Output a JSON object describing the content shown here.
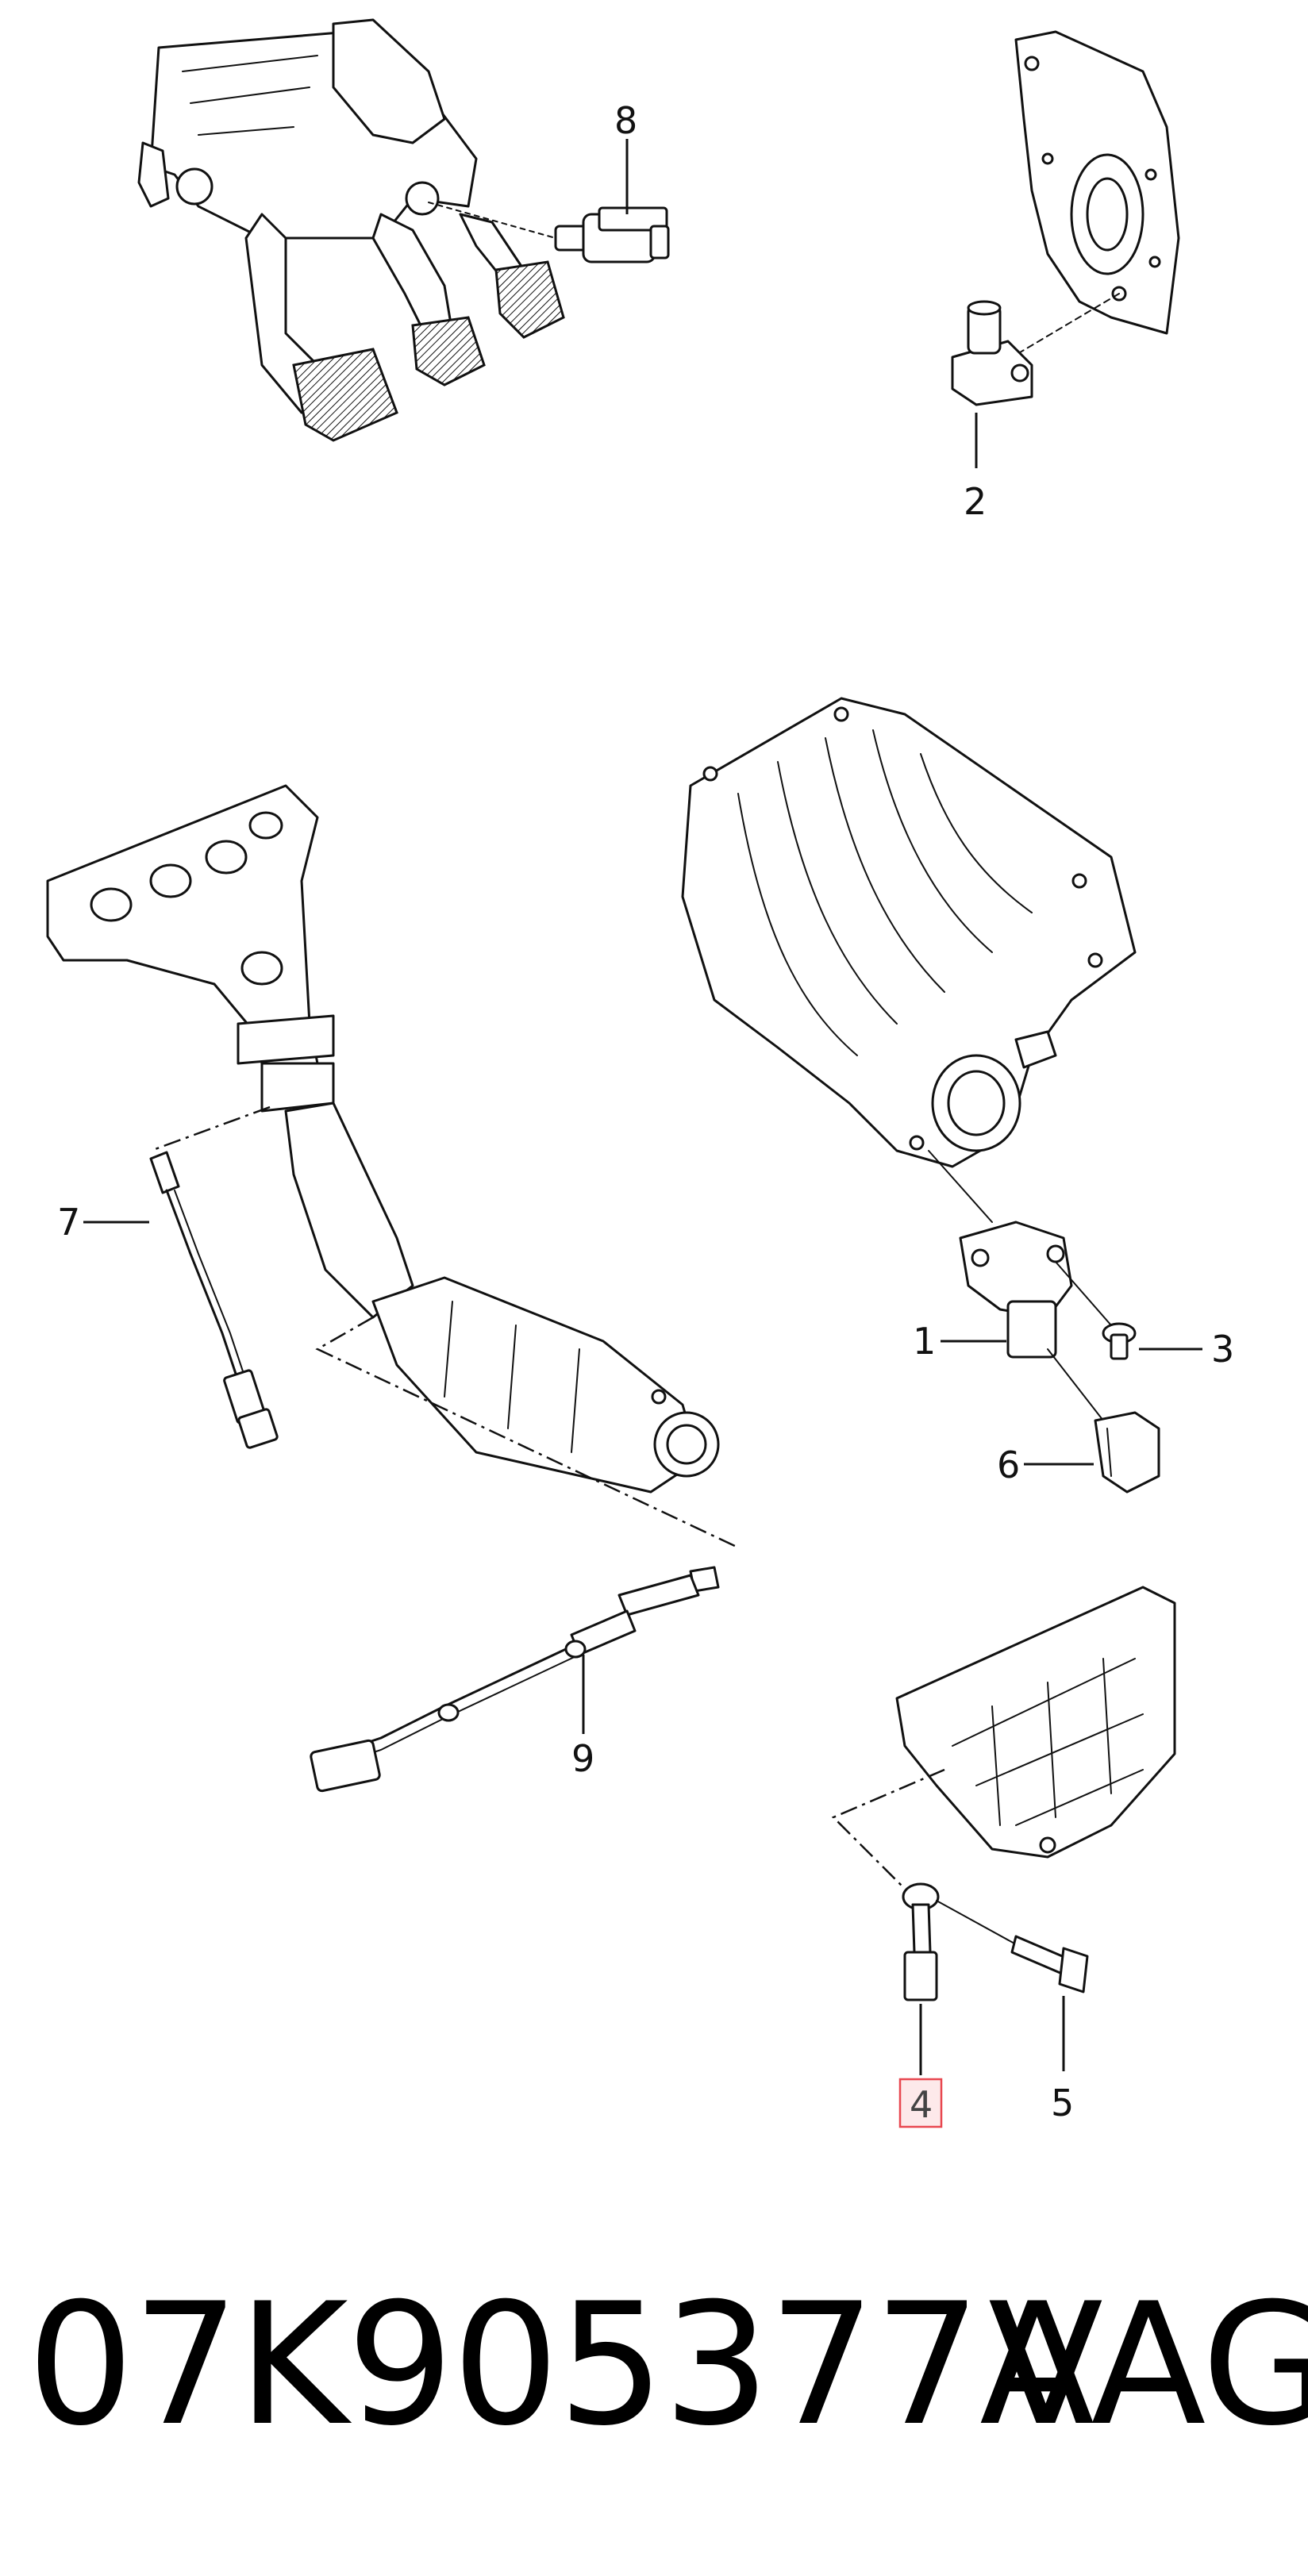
{
  "callouts": [
    {
      "id": "1",
      "label": "1",
      "highlighted": false
    },
    {
      "id": "2",
      "label": "2",
      "highlighted": false
    },
    {
      "id": "3",
      "label": "3",
      "highlighted": false
    },
    {
      "id": "4",
      "label": "4",
      "highlighted": true
    },
    {
      "id": "5",
      "label": "5",
      "highlighted": false
    },
    {
      "id": "6",
      "label": "6",
      "highlighted": false
    },
    {
      "id": "7",
      "label": "7",
      "highlighted": false
    },
    {
      "id": "8",
      "label": "8",
      "highlighted": false
    },
    {
      "id": "9",
      "label": "9",
      "highlighted": false
    }
  ],
  "footer": {
    "part_number": "07K905377A",
    "brand": "VAG"
  },
  "colors": {
    "line": "#111111",
    "background": "#ffffff",
    "highlight_border": "#e8474f",
    "highlight_fill": "#fde9ea"
  }
}
